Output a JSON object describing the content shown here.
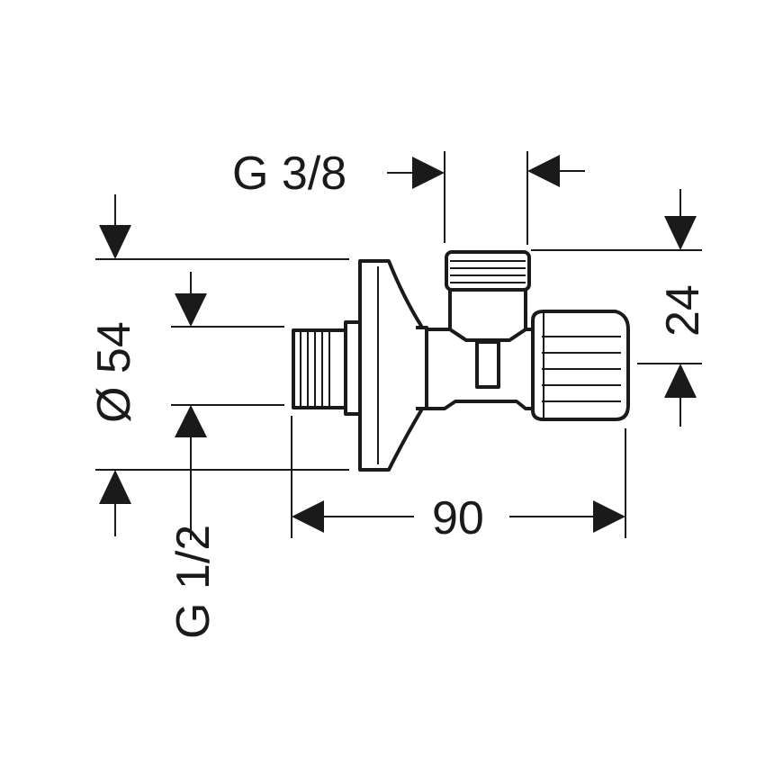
{
  "dimensions": {
    "outlet_thread": "G 3/8",
    "rosette_diameter": "Ø 54",
    "inlet_thread": "G 1/2",
    "overall_length": "90",
    "offset_height": "24"
  },
  "colors": {
    "line": "#1a1a1a",
    "background": "#ffffff"
  }
}
